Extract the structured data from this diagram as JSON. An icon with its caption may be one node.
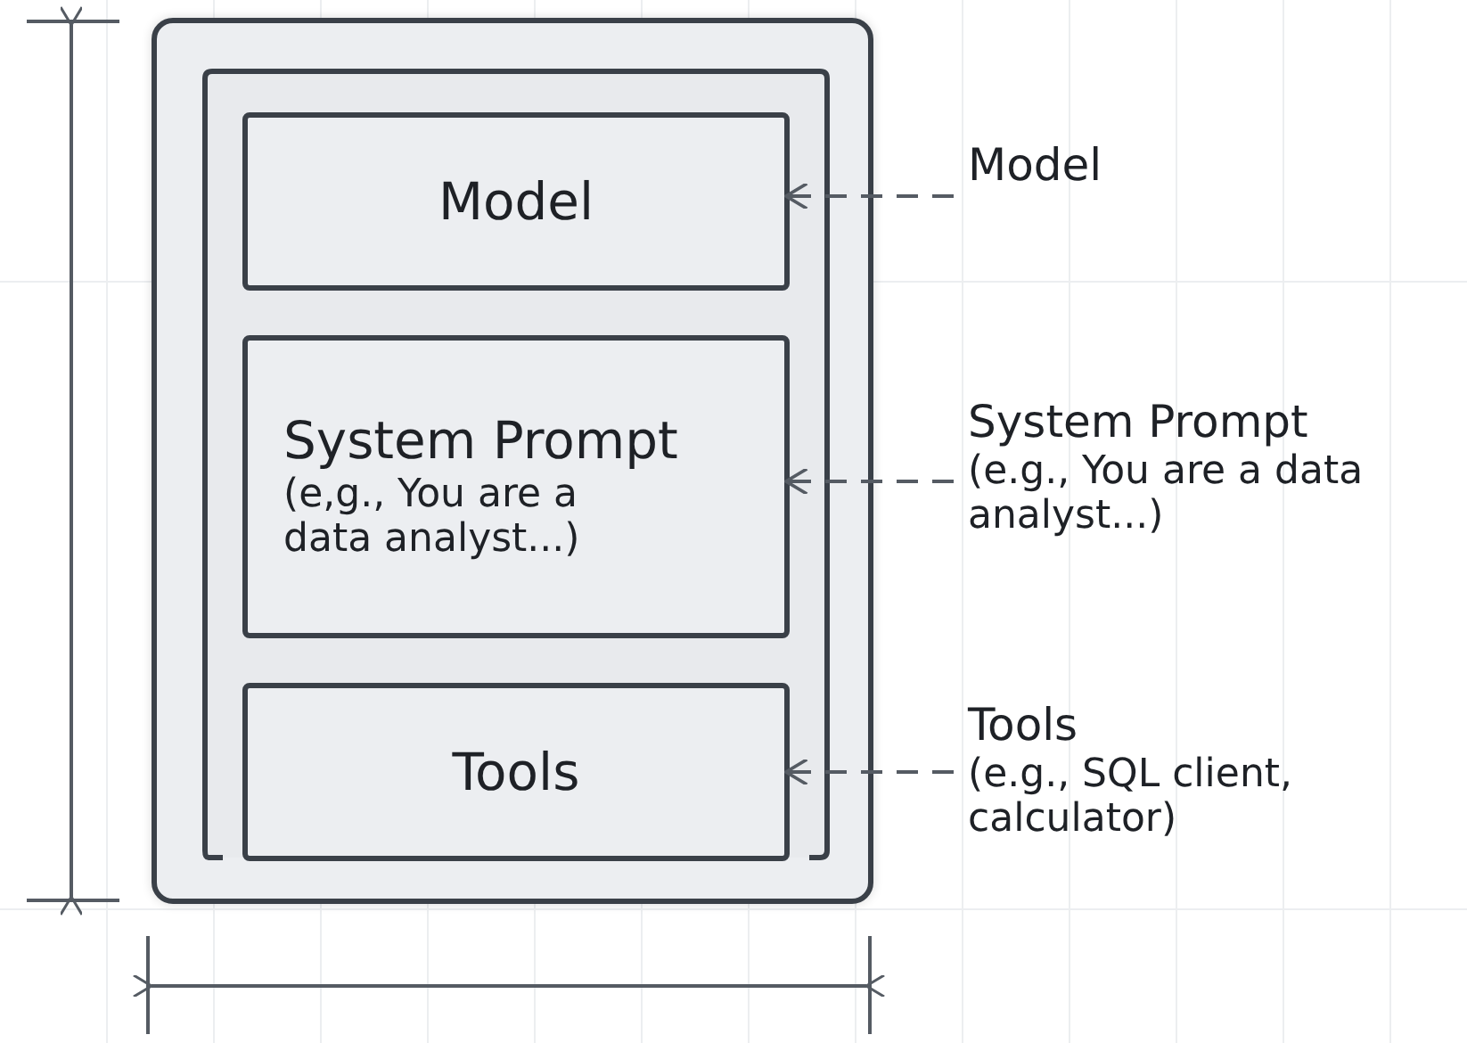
{
  "diagram": {
    "nodes": [
      {
        "text": [],
        "shape": "box"
      },
      {
        "text": [],
        "shape": "box",
        "in": 0
      },
      {
        "text": [
          "Model"
        ],
        "in": 1
      },
      {
        "text": [
          "System Prompt",
          "(e,g., You are a data analyst...)"
        ],
        "in": 1
      },
      {
        "text": [
          "Tools"
        ],
        "in": 1
      },
      {
        "text": [
          "Model"
        ]
      },
      {
        "text": [
          "System Prompt",
          "(e.g., You are a data analyst...)"
        ]
      },
      {
        "text": [
          "Tools",
          "(e.g., SQL client, calculator)"
        ]
      }
    ],
    "edges": [
      {
        "from": 5,
        "to": 2,
        "arrow": "to",
        "style": "dashed"
      },
      {
        "from": 6,
        "to": 3,
        "arrow": "to",
        "style": "dashed"
      },
      {
        "from": 7,
        "to": 4,
        "arrow": "to",
        "style": "dashed"
      }
    ]
  }
}
